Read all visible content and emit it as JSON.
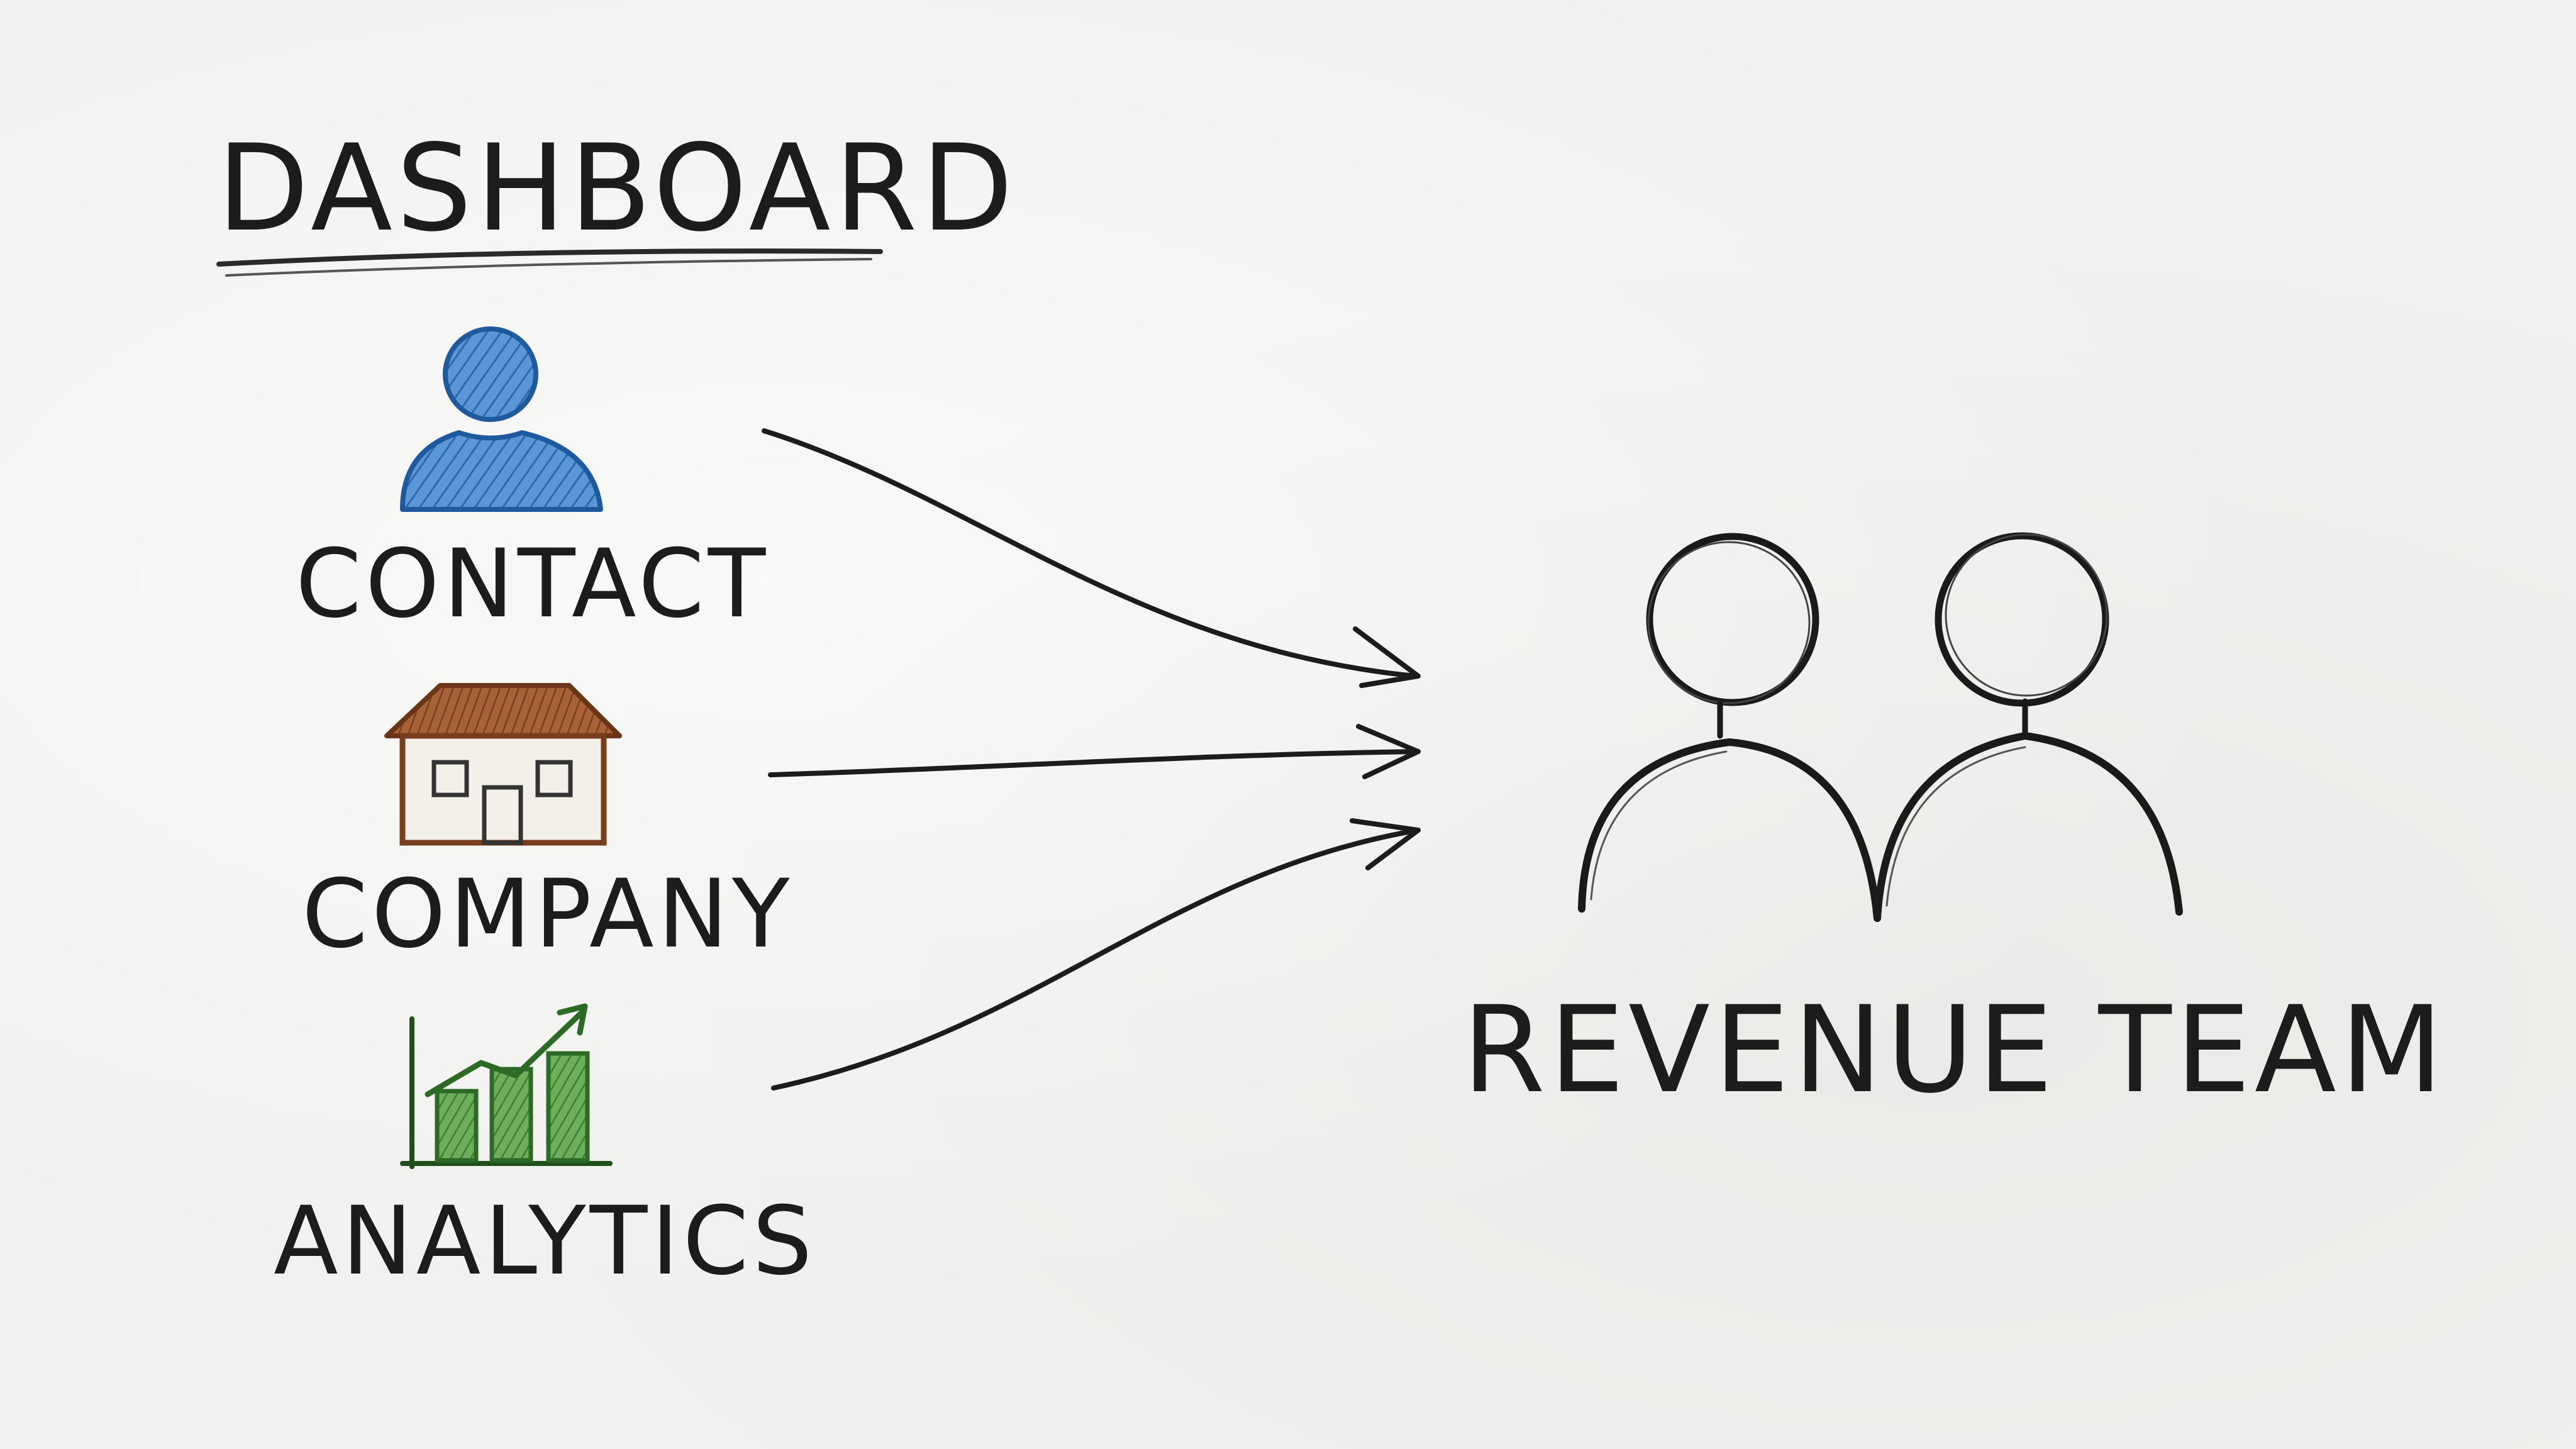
{
  "title": "DASHBOARD",
  "sources": [
    {
      "label": "CONTACT",
      "icon": "person-icon"
    },
    {
      "label": "COMPANY",
      "icon": "house-icon"
    },
    {
      "label": "ANALYTICS",
      "icon": "bar-chart-icon"
    }
  ],
  "target": {
    "label": "REVENUE TEAM",
    "icon": "two-people-icon"
  },
  "colors": {
    "ink": "#1c1c1c",
    "contact_blue": "#3b7cc4",
    "company_brown": "#8a4a24",
    "analytics_green": "#3f8a36"
  }
}
